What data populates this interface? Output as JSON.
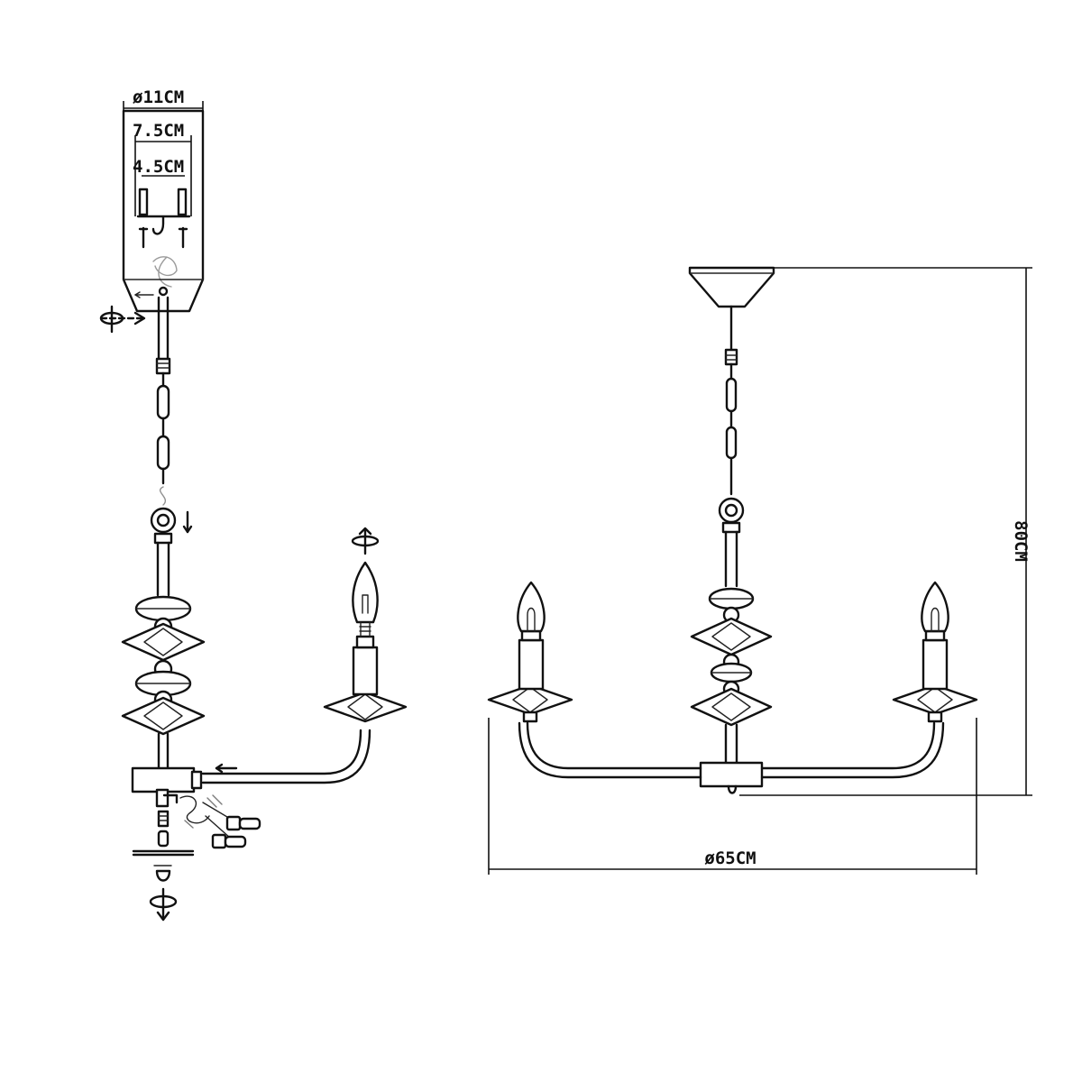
{
  "dimensions": {
    "canopy_diameter": "ø11CM",
    "bracket_width": "7.5CM",
    "screw_spacing": "4.5CM",
    "overall_height": "80CM",
    "overall_diameter": "ø65CM"
  },
  "colors": {
    "line": "#111111",
    "background": "#ffffff"
  },
  "icons": [
    "rotate-icon",
    "arrow-down-icon",
    "arrow-left-icon",
    "screw-icon",
    "hook-icon"
  ]
}
